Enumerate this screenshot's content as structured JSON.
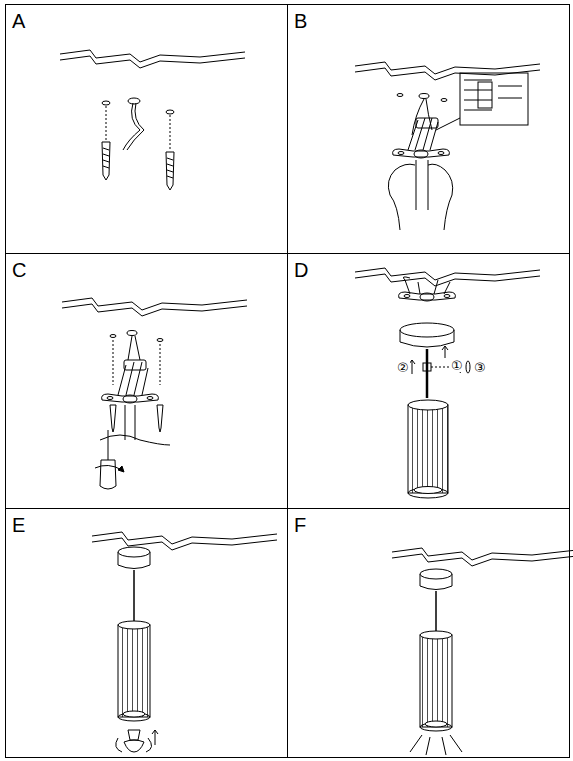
{
  "diagram": {
    "nodes": [
      {
        "text": [
          "A"
        ]
      },
      {
        "text": [
          "B"
        ]
      },
      {
        "text": [
          "C"
        ]
      },
      {
        "text": [
          "D"
        ]
      },
      {
        "text": [
          "E"
        ]
      },
      {
        "text": [
          "F"
        ]
      }
    ],
    "labels": [
      "①",
      "②",
      "③"
    ]
  }
}
